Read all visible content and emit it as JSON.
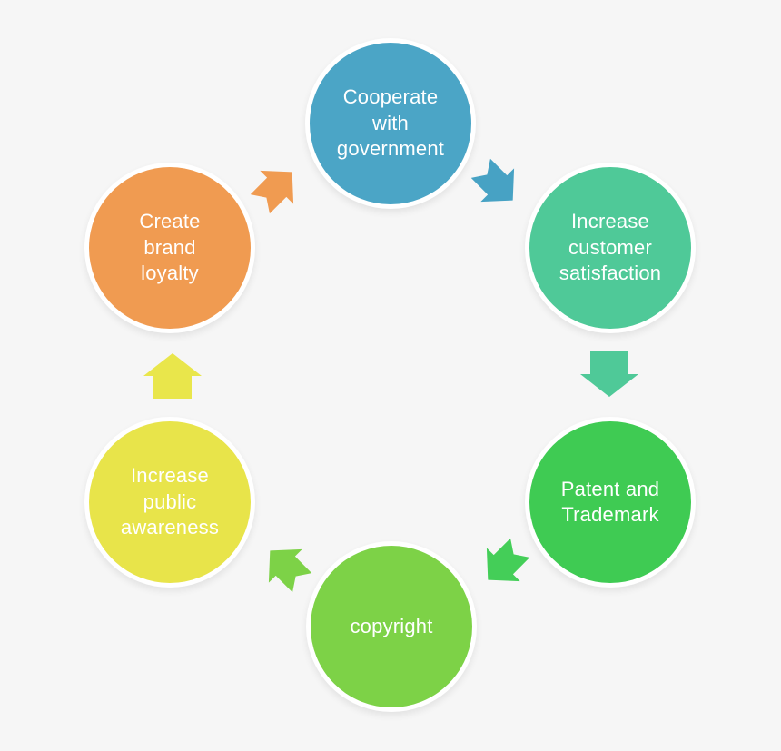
{
  "canvas": {
    "background": "#f6f6f6",
    "node_text_color": "#ffffff"
  },
  "nodes": [
    {
      "id": "cooperate-with-government",
      "label": "Cooperate\nwith\ngovernment",
      "color": "#4BA5C6"
    },
    {
      "id": "increase-customer-satisfaction",
      "label": "Increase\ncustomer\nsatisfaction",
      "color": "#4FC998"
    },
    {
      "id": "patent-and-trademark",
      "label": "Patent and\nTrademark",
      "color": "#3FCB53"
    },
    {
      "id": "copyright",
      "label": "copyright",
      "color": "#7DD247"
    },
    {
      "id": "increase-public-awareness",
      "label": "Increase\npublic\nawareness",
      "color": "#E8E44A"
    },
    {
      "id": "create-brand-loyalty",
      "label": "Create\nbrand\nloyalty",
      "color": "#F09B51"
    }
  ],
  "arrows": [
    {
      "id": "government-to-customer",
      "from": "cooperate-with-government",
      "to": "increase-customer-satisfaction",
      "direction": "southeast",
      "color": "#47A2C4"
    },
    {
      "id": "customer-to-patent",
      "from": "increase-customer-satisfaction",
      "to": "patent-and-trademark",
      "direction": "south",
      "color": "#4FC998"
    },
    {
      "id": "patent-to-copyright",
      "from": "patent-and-trademark",
      "to": "copyright",
      "direction": "southwest",
      "color": "#44CE58"
    },
    {
      "id": "copyright-to-awareness",
      "from": "copyright",
      "to": "increase-public-awareness",
      "direction": "northwest",
      "color": "#7DD247"
    },
    {
      "id": "awareness-to-loyalty",
      "from": "increase-public-awareness",
      "to": "create-brand-loyalty",
      "direction": "north",
      "color": "#E9E64B"
    },
    {
      "id": "loyalty-to-government",
      "from": "create-brand-loyalty",
      "to": "cooperate-with-government",
      "direction": "northeast",
      "color": "#F09B51"
    }
  ]
}
